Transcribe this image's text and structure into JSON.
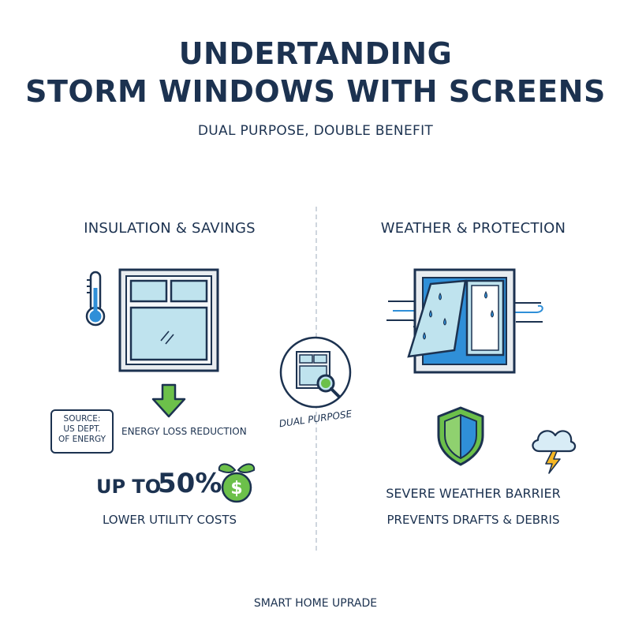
{
  "header": {
    "title_line1": "UNDERTANDING",
    "title_line2": "STORM WINDOWS WITH SCREENS",
    "subtitle": "DUAL PURPOSE, DOUBLE BENEFIT"
  },
  "left": {
    "heading": "INSULATION & SAVINGS",
    "source_line1": "SOURCE:",
    "source_line2": "US DEPT.",
    "source_line3": "OF ENERGY",
    "reduction_label": "ENERGY LOSS REDUCTION",
    "stat_prefix": "UP TO",
    "stat_value": "50%",
    "stat_caption": "LOWER UTILITY COSTS",
    "currency_symbol": "$"
  },
  "center": {
    "badge_label": "DUAL PURPOSE"
  },
  "right": {
    "heading": "WEATHER & PROTECTION",
    "line1": "SEVERE WEATHER BARRIER",
    "line2": "PREVENTS DRAFTS & DEBRIS"
  },
  "footer": {
    "text": "SMART HOME UPRADE"
  },
  "colors": {
    "navy": "#1c3250",
    "glass": "#bfe3ee",
    "blue": "#2f8fd8",
    "green": "#6cc04a",
    "gray": "#cfd6de",
    "yellow": "#f5b623"
  },
  "icons": [
    "thermometer-icon",
    "window-icon",
    "down-arrow-icon",
    "money-bag-icon",
    "magnifier-window-icon",
    "storm-window-icon",
    "wind-icon",
    "shield-icon",
    "storm-cloud-icon"
  ]
}
